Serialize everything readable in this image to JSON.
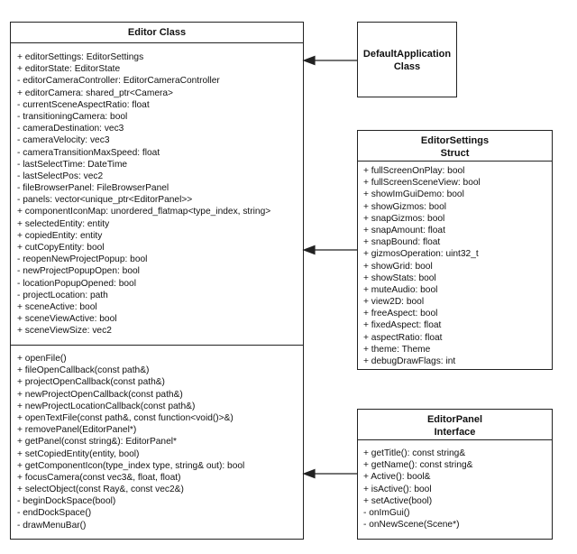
{
  "editor_class": {
    "title": "Editor Class",
    "attributes": [
      "+ editorSettings: EditorSettings",
      "+ editorState: EditorState",
      "- editorCameraController: EditorCameraController",
      "+ editorCamera: shared_ptr<Camera>",
      "- currentSceneAspectRatio: float",
      "- transitioningCamera: bool",
      "- cameraDestination: vec3",
      "- cameraVelocity: vec3",
      "- cameraTransitionMaxSpeed: float",
      "- lastSelectTime: DateTime",
      "- lastSelectPos: vec2",
      "- fileBrowserPanel: FileBrowserPanel",
      "- panels: vector<unique_ptr<EditorPanel>>",
      "+ componentIconMap: unordered_flatmap<type_index, string>",
      "+ selectedEntity: entity",
      "+ copiedEntity: entity",
      "+ cutCopyEntity: bool",
      "- reopenNewProjectPopup: bool",
      "- newProjectPopupOpen: bool",
      "- locationPopupOpened: bool",
      "- projectLocation: path",
      "+ sceneActive: bool",
      "+ sceneViewActive: bool",
      "+ sceneViewSize: vec2"
    ],
    "methods": [
      "+ openFile()",
      "+ fileOpenCallback(const path&)",
      "+ projectOpenCallback(const path&)",
      "+ newProjectOpenCallback(const path&)",
      "+ newProjectLocationCallback(const path&)",
      "+ openTextFile(const path&, const function<void()>&)",
      "+ removePanel(EditorPanel*)",
      "+ getPanel(const string&): EditorPanel*",
      "+ setCopiedEntity(entity, bool)",
      "+ getComponentIcon(type_index type, string& out): bool",
      "+ focusCamera(const vec3&, float, float)",
      "+ selectObject(const Ray&, const vec2&)",
      "- beginDockSpace(bool)",
      "- endDockSpace()",
      "- drawMenuBar()"
    ]
  },
  "default_application": {
    "title_line1": "DefaultApplication",
    "title_line2": "Class"
  },
  "editor_settings": {
    "title_line1": "EditorSettings",
    "title_line2": "Struct",
    "attributes": [
      "+ fullScreenOnPlay: bool",
      "+ fullScreenSceneView: bool",
      "+ showImGuiDemo: bool",
      "+ showGizmos: bool",
      "+ snapGizmos: bool",
      "+ snapAmount: float",
      "+ snapBound: float",
      "+ gizmosOperation: uint32_t",
      "+ showGrid: bool",
      "+ showStats: bool",
      "+ muteAudio: bool",
      "+ view2D: bool",
      "+ freeAspect: bool",
      "+ fixedAspect: float",
      "+ aspectRatio: float",
      "+ theme: Theme",
      "+ debugDrawFlags: int"
    ]
  },
  "editor_panel": {
    "title_line1": "EditorPanel",
    "title_line2": "Interface",
    "methods": [
      "+ getTitle(): const string&",
      "+ getName(): const string&",
      "+ Active(): bool&",
      "+ isActive(): bool",
      "+ setActive(bool)",
      "- onImGui()",
      "- onNewScene(Scene*)"
    ]
  },
  "colors": {
    "stroke": "#222222",
    "background": "#ffffff"
  }
}
